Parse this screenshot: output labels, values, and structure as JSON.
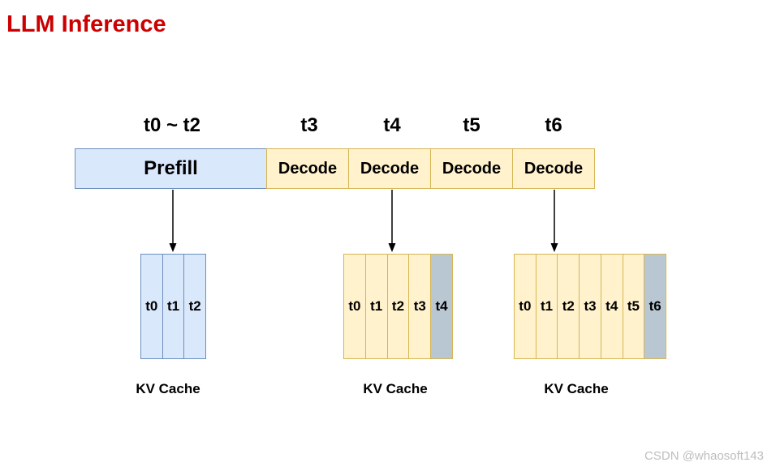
{
  "title": "LLM Inference",
  "timeline": {
    "labels": [
      {
        "text": "t0 ~ t2"
      },
      {
        "text": "t3"
      },
      {
        "text": "t4"
      },
      {
        "text": "t5"
      },
      {
        "text": "t6"
      }
    ]
  },
  "pipeline": {
    "prefill_label": "Prefill",
    "decode_boxes": [
      {
        "label": "Decode"
      },
      {
        "label": "Decode"
      },
      {
        "label": "Decode"
      },
      {
        "label": "Decode"
      }
    ]
  },
  "kv_caches": [
    {
      "caption": "KV Cache",
      "cells": [
        {
          "label": "t0",
          "state": "cached"
        },
        {
          "label": "t1",
          "state": "cached"
        },
        {
          "label": "t2",
          "state": "cached"
        }
      ]
    },
    {
      "caption": "KV Cache",
      "cells": [
        {
          "label": "t0",
          "state": "cached"
        },
        {
          "label": "t1",
          "state": "cached"
        },
        {
          "label": "t2",
          "state": "cached"
        },
        {
          "label": "t3",
          "state": "cached"
        },
        {
          "label": "t4",
          "state": "new"
        }
      ]
    },
    {
      "caption": "KV Cache",
      "cells": [
        {
          "label": "t0",
          "state": "cached"
        },
        {
          "label": "t1",
          "state": "cached"
        },
        {
          "label": "t2",
          "state": "cached"
        },
        {
          "label": "t3",
          "state": "cached"
        },
        {
          "label": "t4",
          "state": "cached"
        },
        {
          "label": "t5",
          "state": "cached"
        },
        {
          "label": "t6",
          "state": "new"
        }
      ]
    }
  ],
  "watermark": "CSDN @whaosoft143",
  "colors": {
    "title": "#cc0000",
    "prefill_fill": "#dae8fc",
    "prefill_border": "#6c8ebf",
    "decode_fill": "#fff2cc",
    "decode_border": "#d6b656",
    "new_cell_fill": "#b9c7d2",
    "arrow": "#000000",
    "watermark": "#bdbdbd"
  }
}
